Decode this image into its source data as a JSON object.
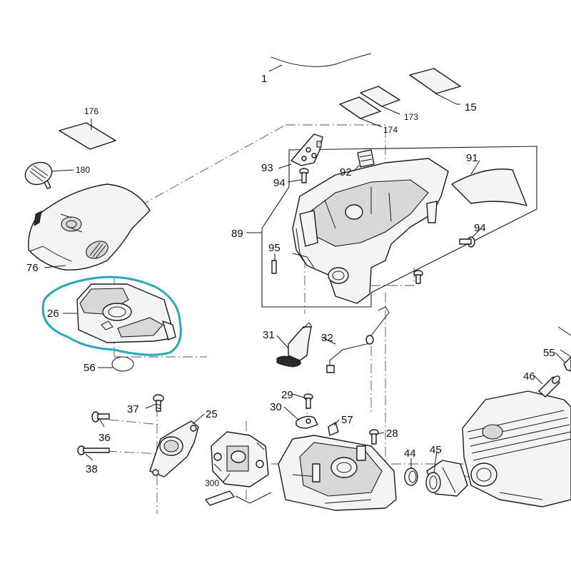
{
  "labels": {
    "l1": "1",
    "l15": "15",
    "l173": "173",
    "l174": "174",
    "l176": "176",
    "l180": "180",
    "l76": "76",
    "l26": "26",
    "l56": "56",
    "l93": "93",
    "l94a": "94",
    "l92": "92",
    "l91": "91",
    "l89": "89",
    "l95": "95",
    "l94b": "94",
    "l31": "31",
    "l32": "32",
    "l55": "55",
    "l46": "46",
    "l29": "29",
    "l30": "30",
    "l57": "57",
    "l28": "28",
    "l37": "37",
    "l25": "25",
    "l36": "36",
    "l38": "38",
    "l300": "300",
    "l44": "44",
    "l45": "45"
  },
  "colors": {
    "highlight": "#2aa7b8",
    "line": "#1a1a1a",
    "background": "#ffffff"
  }
}
